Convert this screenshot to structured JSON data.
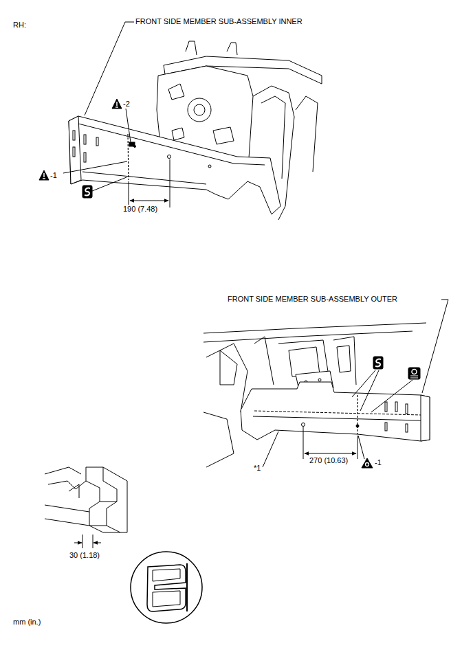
{
  "diagram": {
    "labels": [
      "RH:",
      "FRONT SIDE MEMBER SUB-ASSEMBLY INNER",
      "-2",
      "-1",
      "190 (7.48)",
      "FRONT SIDE MEMBER SUB-ASSEMBLY OUTER",
      "270 (10.63)",
      "*1",
      "-1",
      "30 (1.18)",
      "mm (in.)"
    ]
  }
}
